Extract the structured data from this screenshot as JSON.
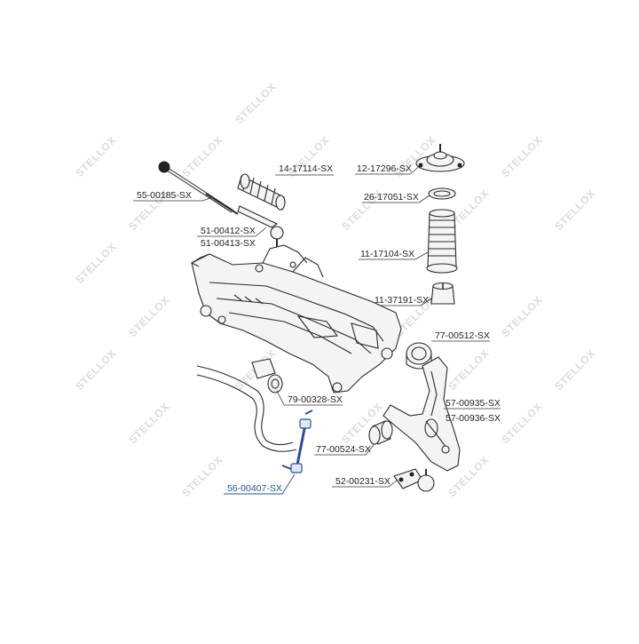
{
  "watermark": {
    "text": "STELLOX"
  },
  "colors": {
    "highlight": "#2a4f96",
    "line": "#2a2a2a",
    "watermark": "#dcdcdc"
  },
  "parts": [
    {
      "id": "55-00185",
      "label": "55-00185-SX",
      "highlighted": false
    },
    {
      "id": "14-17114",
      "label": "14-17114-SX",
      "highlighted": false
    },
    {
      "id": "12-17296",
      "label": "12-17296-SX",
      "highlighted": false
    },
    {
      "id": "26-17051",
      "label": "26-17051-SX",
      "highlighted": false
    },
    {
      "id": "51-00412",
      "label": "51-00412-SX",
      "highlighted": false
    },
    {
      "id": "51-00413",
      "label": "51-00413-SX",
      "highlighted": false
    },
    {
      "id": "11-17104",
      "label": "11-17104-SX",
      "highlighted": false
    },
    {
      "id": "11-37191",
      "label": "11-37191-SX",
      "highlighted": false
    },
    {
      "id": "77-00512",
      "label": "77-00512-SX",
      "highlighted": false
    },
    {
      "id": "79-00328",
      "label": "79-00328-SX",
      "highlighted": false
    },
    {
      "id": "57-00935",
      "label": "57-00935-SX",
      "highlighted": false
    },
    {
      "id": "57-00936",
      "label": "57-00936-SX",
      "highlighted": false
    },
    {
      "id": "77-00524",
      "label": "77-00524-SX",
      "highlighted": false
    },
    {
      "id": "52-00231",
      "label": "52-00231-SX",
      "highlighted": false
    },
    {
      "id": "56-00407",
      "label": "56-00407-SX",
      "highlighted": true
    }
  ]
}
